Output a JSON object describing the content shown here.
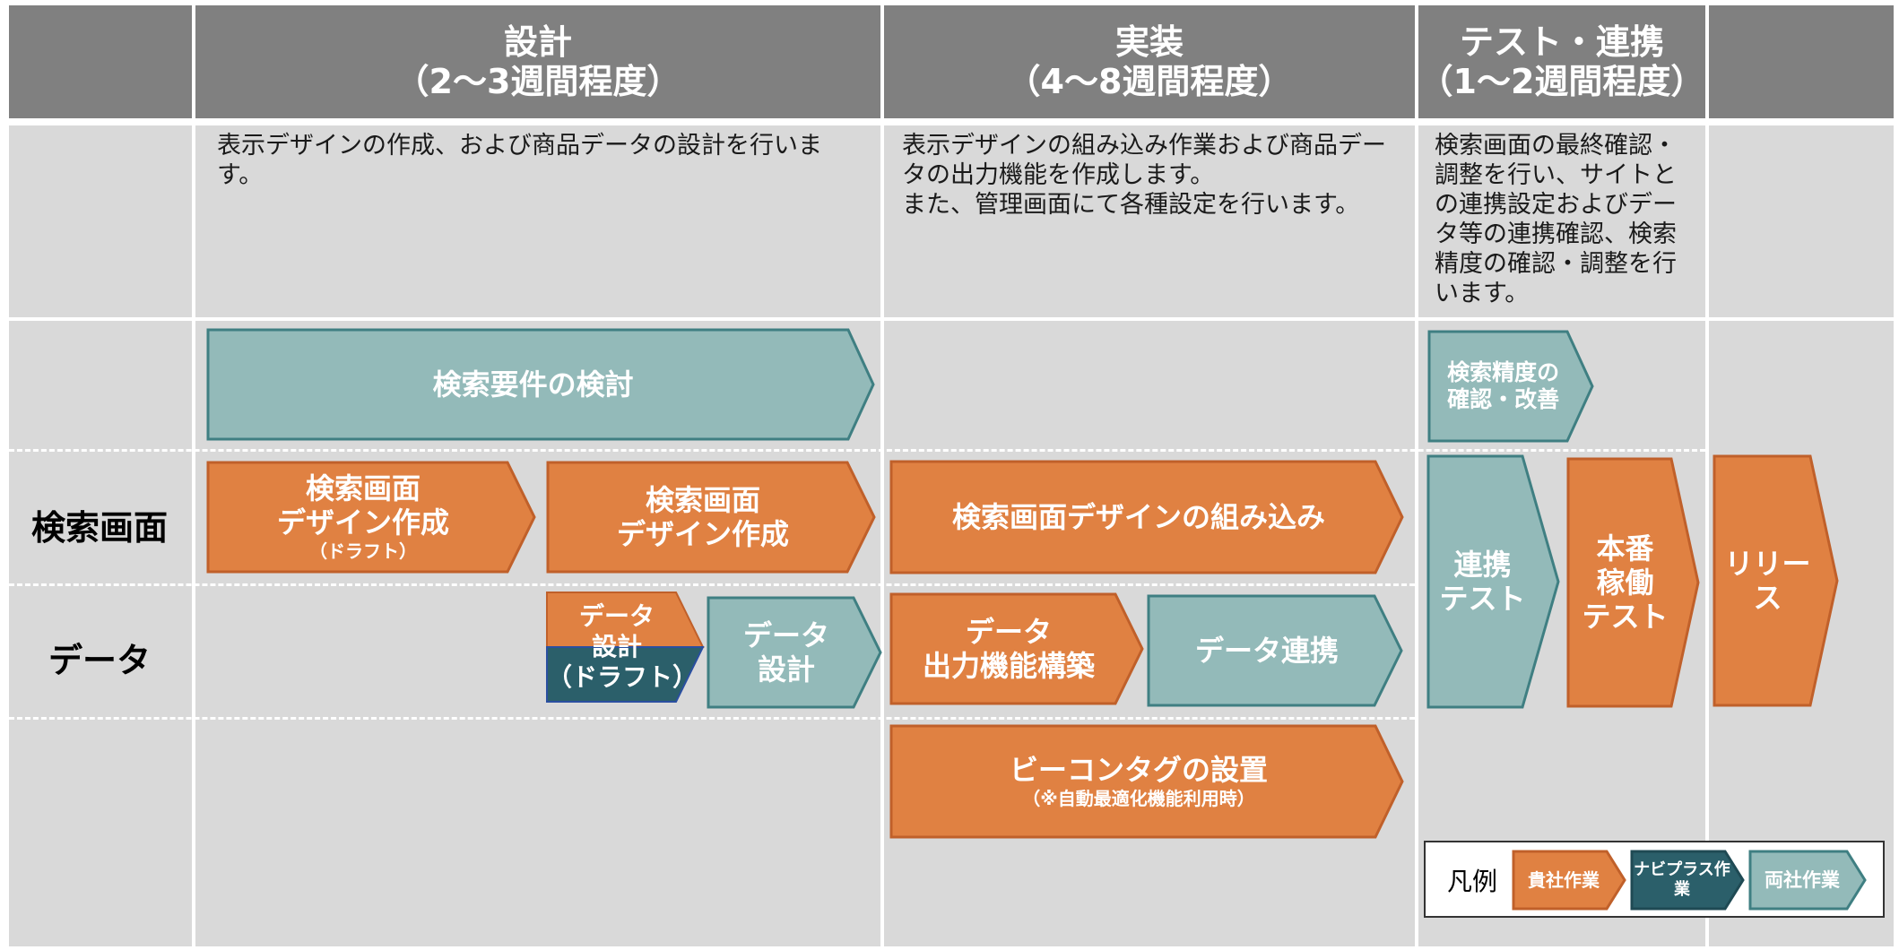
{
  "colors": {
    "orange": "#e08142",
    "teal": "#93bab9",
    "dark": "#2b5f6a",
    "header": "#808080",
    "cell": "#d9d9d9"
  },
  "phases": [
    {
      "title": "設計",
      "duration": "（2〜3週間程度）",
      "desc": [
        "表示デザインの作成、および商品データの設計を行います。"
      ]
    },
    {
      "title": "実装",
      "duration": "（4〜8週間程度）",
      "desc": [
        "表示デザインの組み込み作業および商品デー",
        "タの出力機能を作成します。",
        "また、管理画面にて各種設定を行います。"
      ]
    },
    {
      "title": "テスト・連携",
      "duration": "（1〜2週間程度）",
      "desc": [
        "検索画面の最終確認・",
        "調整を行い、サイトと",
        "の連携設定およびデー",
        "タ等の連携確認、検索",
        "精度の確認・調整を行",
        "います。"
      ]
    }
  ],
  "rows": {
    "search_screen": "検索画面",
    "data": "データ"
  },
  "tasks": {
    "search_req": {
      "lines": [
        "検索要件の検討"
      ],
      "color": "teal"
    },
    "search_precision": {
      "lines": [
        "検索精度の",
        "確認・改善"
      ],
      "color": "teal"
    },
    "design_draft": {
      "lines": [
        "検索画面",
        "デザイン作成"
      ],
      "sub": "（ドラフト）",
      "color": "orange"
    },
    "design": {
      "lines": [
        "検索画面",
        "デザイン作成"
      ],
      "color": "orange"
    },
    "design_impl": {
      "lines": [
        "検索画面デザインの組み込み"
      ],
      "color": "orange"
    },
    "data_design_draft": {
      "lines": [
        "データ",
        "設計",
        "（ドラフト）"
      ],
      "color": "split"
    },
    "data_design": {
      "lines": [
        "データ",
        "設計"
      ],
      "color": "teal"
    },
    "data_output": {
      "lines": [
        "データ",
        "出力機能構築"
      ],
      "color": "orange"
    },
    "data_link": {
      "lines": [
        "データ連携"
      ],
      "color": "teal"
    },
    "link_test": {
      "lines": [
        "連携",
        "テスト"
      ],
      "color": "teal"
    },
    "prod_test": {
      "lines": [
        "本番",
        "稼働",
        "テスト"
      ],
      "color": "orange"
    },
    "release": {
      "lines": [
        "リリース"
      ],
      "color": "orange"
    },
    "beacon": {
      "lines": [
        "ビーコンタグの設置"
      ],
      "sub": "（※自動最適化機能利用時）",
      "color": "orange"
    }
  },
  "legend": {
    "title": "凡例",
    "items": [
      {
        "label": "貴社作業",
        "color": "orange"
      },
      {
        "label": "ナビプラス作業",
        "color": "dark"
      },
      {
        "label": "両社作業",
        "color": "teal"
      }
    ]
  }
}
